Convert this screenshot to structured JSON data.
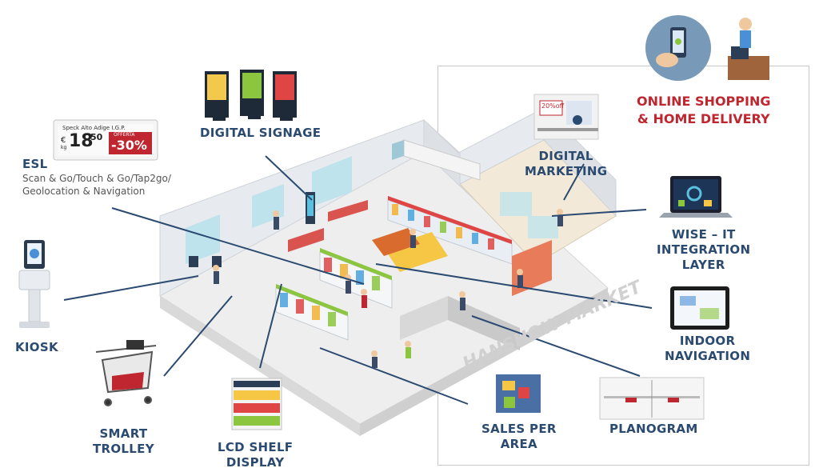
{
  "labels": {
    "digital_signage": "DIGITAL SIGNAGE",
    "esl": "ESL",
    "esl_sub": "Scan & Go/Touch & Go/Tap2go/\nGeolocation & Navigation",
    "online_shopping": "ONLINE SHOPPING\n& HOME DELIVERY",
    "digital_marketing": "DIGITAL\nMARKETING",
    "wise_it": "WISE – IT\nINTEGRATION\nLAYER",
    "indoor_navigation": "INDOOR\nNAVIGATION",
    "kiosk": "KIOSK",
    "smart_trolley": "SMART\nTROLLEY",
    "lcd_shelf": "LCD SHELF\nDISPLAY",
    "sales_per_area": "SALES PER\nAREA",
    "planogram": "PLANOGRAM"
  },
  "esl_tag": {
    "product": "Speck Alto Adige I.G.P.",
    "currency": "€",
    "unit": "kg",
    "price_int": "18",
    "price_dec": "50",
    "offer_label": "OFFERTA",
    "discount": "-30%"
  },
  "marketing_screen": {
    "badge": "20%off"
  },
  "store_watermark": "HANSHOW MARKET",
  "colors": {
    "label_navy": "#2b4a70",
    "online_red": "#c0262f",
    "floor": "#f1f1f1",
    "wall": "#e3e6ea",
    "connector": "#2b4a70",
    "esl_red": "#c0262f"
  }
}
